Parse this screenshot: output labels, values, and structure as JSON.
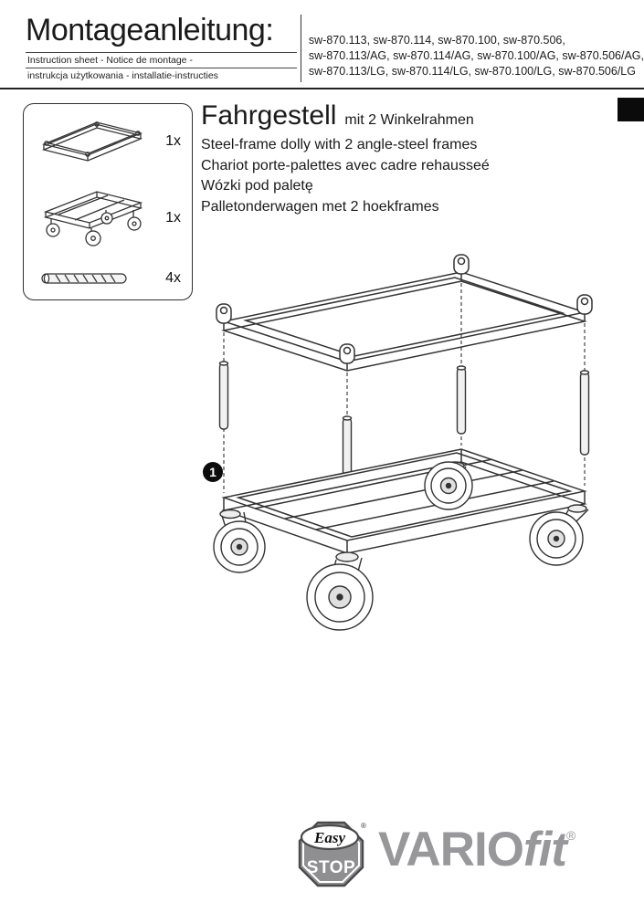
{
  "header": {
    "title": "Montageanleitung:",
    "subtitle1": "Instruction sheet - Notice de montage  -",
    "subtitle2": "instrukcja użytkowania - installatie-instructies",
    "article_lines": [
      "sw-870.113, sw-870.114, sw-870.100, sw-870.506,",
      "sw-870.113/AG, sw-870.114/AG, sw-870.100/AG, sw-870.506/AG,",
      "sw-870.113/LG, sw-870.114/LG, sw-870.100/LG, sw-870.506/LG"
    ]
  },
  "parts_box": {
    "items": [
      {
        "icon": "angle-frame-icon",
        "qty": "1x"
      },
      {
        "icon": "dolly-base-icon",
        "qty": "1x"
      },
      {
        "icon": "spacer-tube-icon",
        "qty": "4x"
      }
    ]
  },
  "product": {
    "title": "Fahrgestell",
    "subtitle": "mit 2 Winkelrahmen",
    "descriptions": [
      "Steel-frame dolly with 2 angle-steel frames",
      "Chariot porte-palettes avec cadre rehausseé",
      "Wózki pod paletę",
      "Palletonderwagen met 2 hoekframes"
    ]
  },
  "diagram": {
    "step_number": "1"
  },
  "footer": {
    "easystop": {
      "top": "Easy",
      "main": "STOP",
      "registered": "®"
    },
    "brand": {
      "name": "VARIO",
      "suffix": "fit",
      "registered": "®"
    }
  },
  "colors": {
    "line": "#333333",
    "brand_gray": "#98989b"
  }
}
